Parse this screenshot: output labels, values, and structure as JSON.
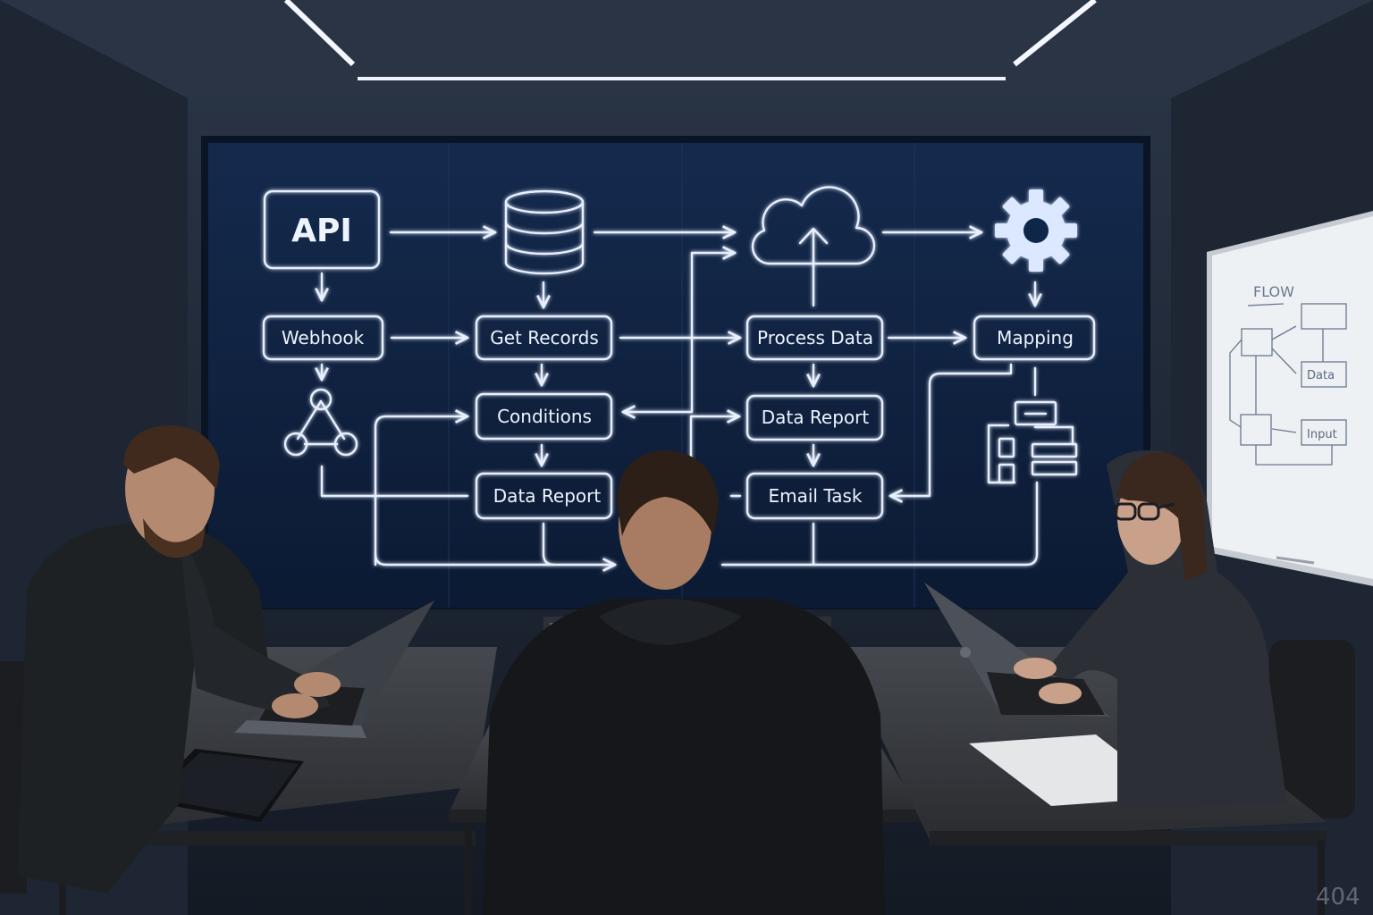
{
  "screen": {
    "nodes": {
      "api": "API",
      "webhook": "Webhook",
      "get_records": "Get Records",
      "process_data": "Process Data",
      "mapping": "Mapping",
      "conditions": "Conditions",
      "data_report_right": "Data Report",
      "data_report_left": "Data Report",
      "email_task": "Email Task"
    },
    "icons": [
      "database-icon",
      "cloud-upload-icon",
      "gear-icon",
      "network-triangle-icon",
      "layout-blocks-icon"
    ],
    "line_color": "#e8f0ff",
    "background_color": "#0f1e3a"
  },
  "whiteboard": {
    "title": "FLOW",
    "box_labels": [
      "Data",
      "Input"
    ]
  },
  "watermark": "404",
  "colors": {
    "wall": "#222b3a",
    "desk": "#3a3d42",
    "glow": "#cfe2ff"
  }
}
